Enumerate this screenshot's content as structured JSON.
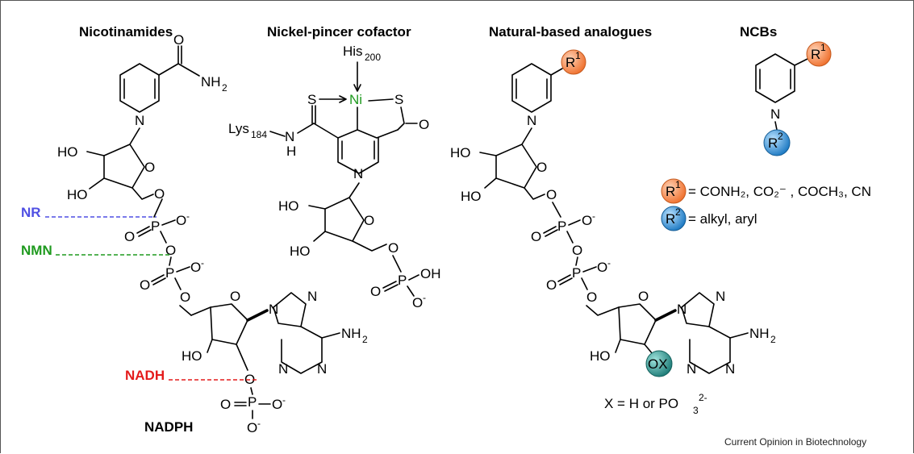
{
  "headers": {
    "nicotinamides": "Nicotinamides",
    "nickel": "Nickel-pincer cofactor",
    "natural": "Natural-based analogues",
    "ncbs": "NCBs"
  },
  "labels": {
    "nr": "NR",
    "nmn": "NMN",
    "nadh": "NADH",
    "nadph": "NADPH",
    "x_def_main": "X = H or PO",
    "x_def_sub": "3",
    "x_def_sup": "2-",
    "r1_def": "= CONH₂, CO₂⁻ , COCH₃,  CN",
    "r2_def": "= alkyl, aryl",
    "source": "Current Opinion in Biotechnology"
  },
  "atoms": {
    "O": "O",
    "N": "N",
    "P": "P",
    "S": "S",
    "H": "H",
    "Ni": "Ni",
    "NH2": "NH",
    "two": "2",
    "minus": "-",
    "HO": "HO",
    "OH": "OH",
    "OX": "OX",
    "R": "R",
    "one": "1",
    "rtwo": "2",
    "his": "His",
    "his_sub": "200",
    "lys": "Lys",
    "lys_sub": "184"
  },
  "colors": {
    "nr": "#4f4fe3",
    "nmn": "#1f9a1f",
    "nadh": "#e41b1b",
    "nickel": "#1f9a1f",
    "r1_fill": "#f4874f",
    "r2_fill": "#2d8fd1",
    "ox_fill": "#2b8f8a"
  }
}
